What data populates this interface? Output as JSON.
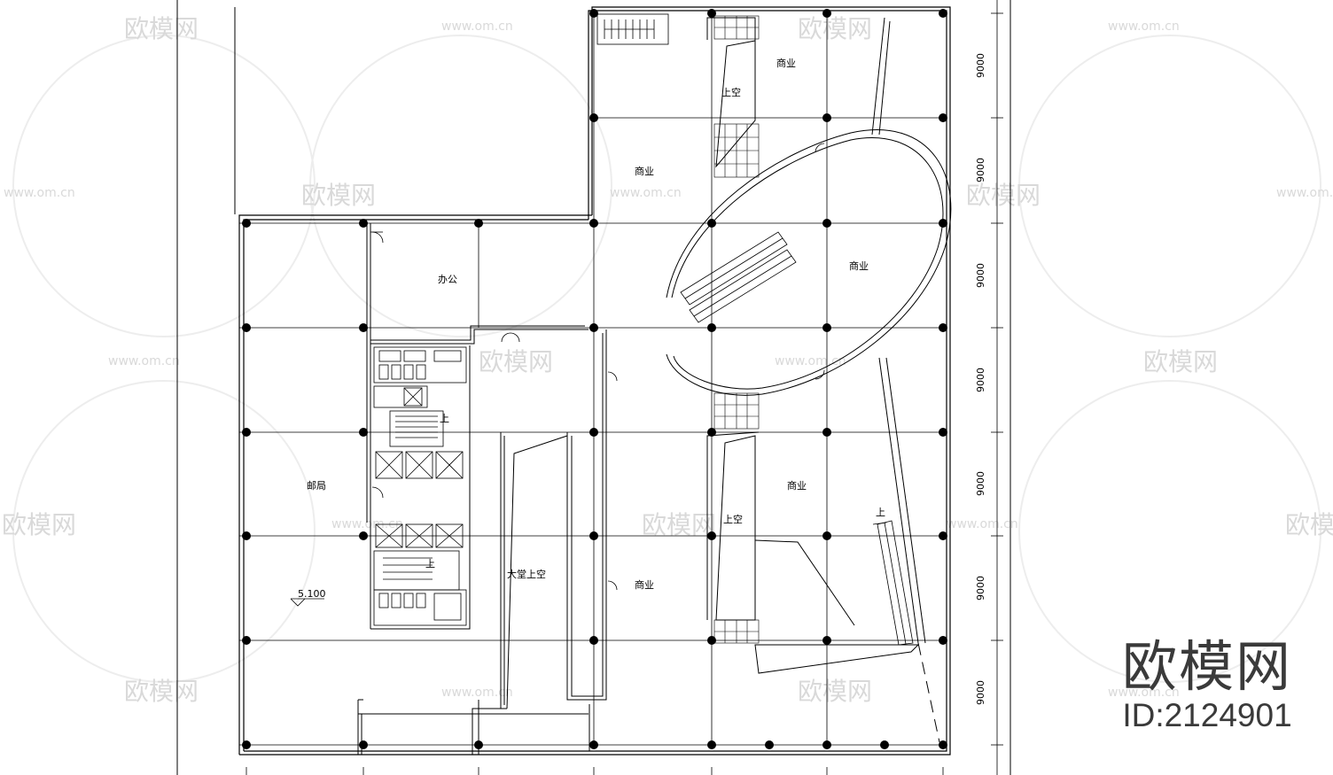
{
  "rooms": {
    "commercial_top": "商业",
    "void_top": "上空",
    "commercial_upper_mid": "商业",
    "office": "办公",
    "commercial_atrium": "商业",
    "post_office": "邮局",
    "commercial_lower_right": "商业",
    "void_lower": "上空",
    "lobby_void": "大堂上空",
    "commercial_lower_mid": "商业"
  },
  "level_mark": "5.100",
  "stair_up_marks": [
    "上",
    "上",
    "上"
  ],
  "dimensions": [
    "9000",
    "9000",
    "9000",
    "9000",
    "9000",
    "9000",
    "9000"
  ],
  "watermark": {
    "logo_text": "欧模网",
    "url_text": "www.om.cn"
  },
  "brand": {
    "logo": "欧模网",
    "id": "ID:2124901"
  },
  "colors": {
    "line": "#000000",
    "watermark": "#d9d9d9",
    "brand": "#3a3a3a"
  }
}
